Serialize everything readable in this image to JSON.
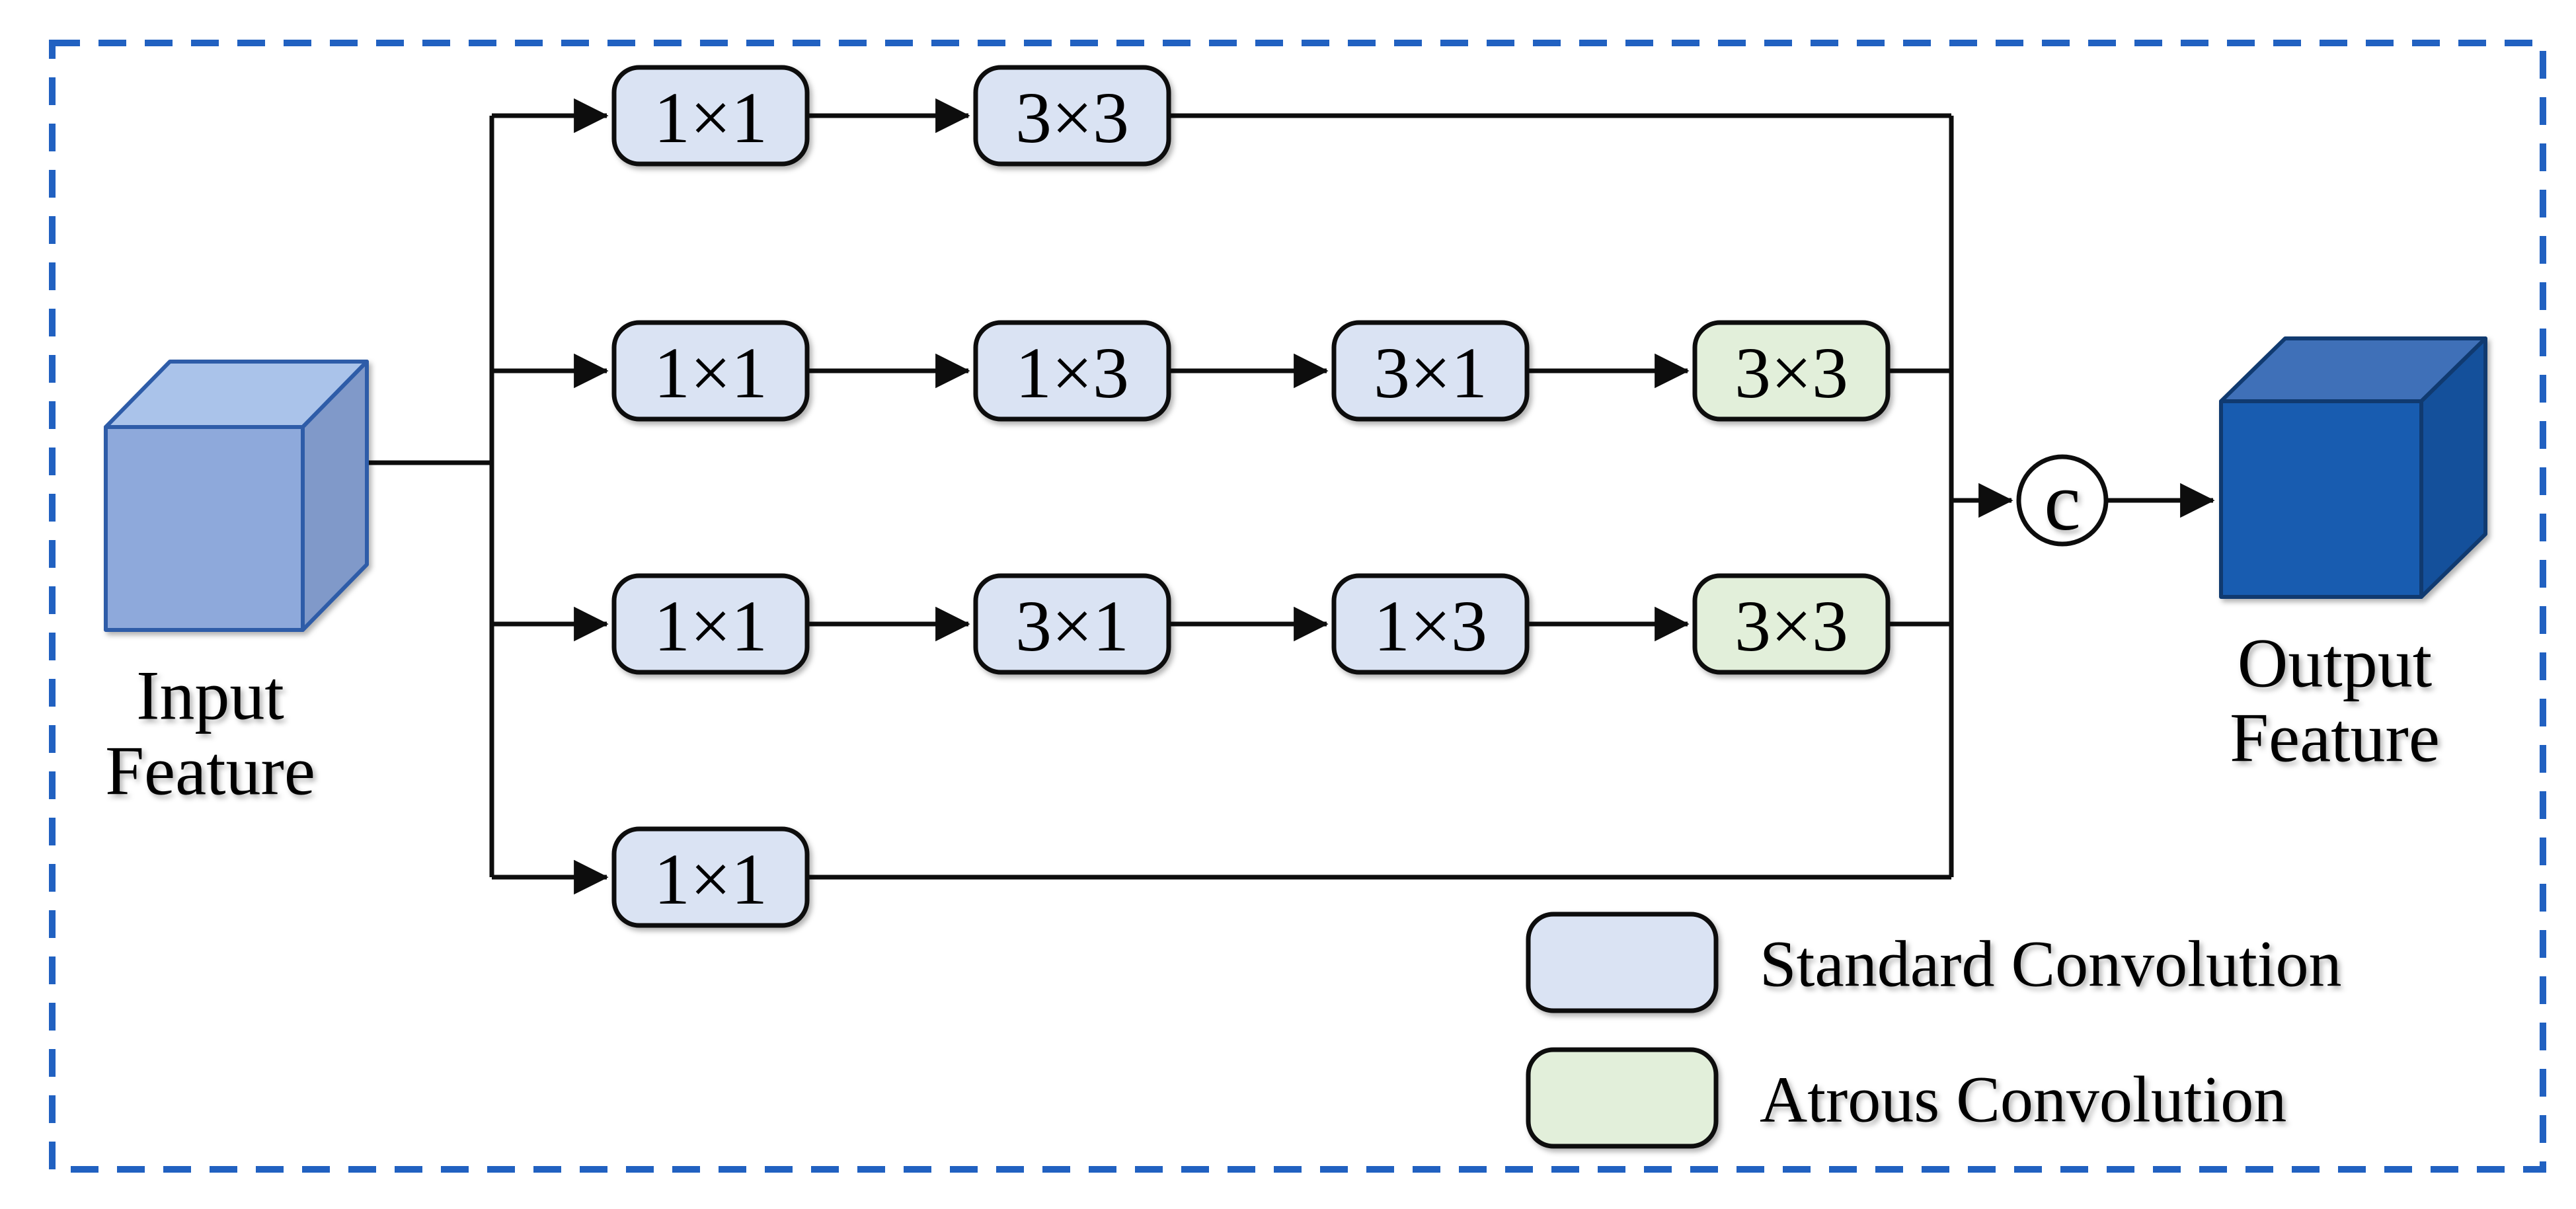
{
  "figure": {
    "input": {
      "line1": "Input",
      "line2": "Feature"
    },
    "output": {
      "line1": "Output",
      "line2": "Feature"
    },
    "concat_symbol": "c",
    "branches": [
      {
        "nodes": [
          {
            "label": "1×1",
            "type": "standard"
          },
          {
            "label": "3×3",
            "type": "standard"
          }
        ]
      },
      {
        "nodes": [
          {
            "label": "1×1",
            "type": "standard"
          },
          {
            "label": "1×3",
            "type": "standard"
          },
          {
            "label": "3×1",
            "type": "standard"
          },
          {
            "label": "3×3",
            "type": "atrous"
          }
        ]
      },
      {
        "nodes": [
          {
            "label": "1×1",
            "type": "standard"
          },
          {
            "label": "3×1",
            "type": "standard"
          },
          {
            "label": "1×3",
            "type": "standard"
          },
          {
            "label": "3×3",
            "type": "atrous"
          }
        ]
      },
      {
        "nodes": [
          {
            "label": "1×1",
            "type": "standard"
          }
        ]
      }
    ],
    "legend": [
      {
        "swatch": "standard",
        "label": "Standard Convolution"
      },
      {
        "swatch": "atrous",
        "label": "Atrous Convolution"
      }
    ],
    "colors": {
      "standard_fill": "#dae3f3",
      "atrous_fill": "#e2efda",
      "line": "#0d0d0d",
      "frame_blue": "#2161c1",
      "input_cube": {
        "top": "#aac3ea",
        "front": "#8ea9db",
        "side": "#8099c9",
        "stroke": "#2e5ca8"
      },
      "output_cube": {
        "top": "#3f70b8",
        "front": "#185cb0",
        "side": "#14509b",
        "stroke": "#103a70"
      }
    }
  }
}
